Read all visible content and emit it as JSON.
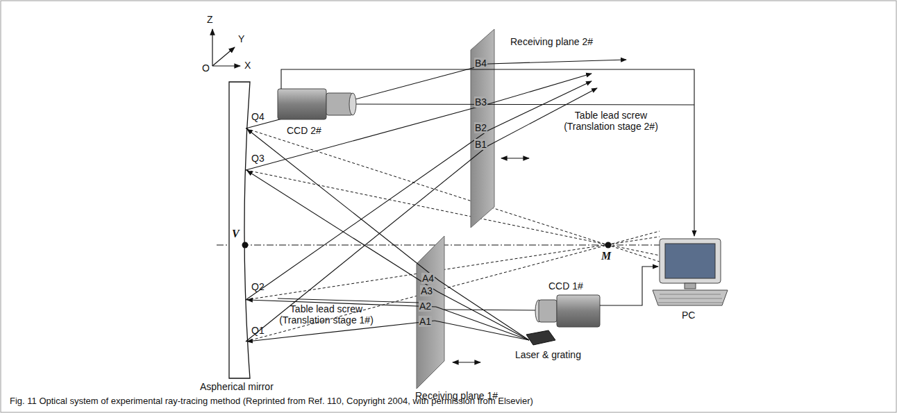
{
  "diagram": {
    "caption": "Fig. 11 Optical system of experimental ray-tracing method (Reprinted from Ref. 110, Copyright 2004, with permission from Elsevier)",
    "labels": [
      "Z",
      "Y",
      "O",
      "X",
      "Receiving plane 2#",
      "B4",
      "B3",
      "B2",
      "B1",
      "CCD 2#",
      "Table lead screw (Translation stage 2#)",
      "Q4",
      "Q3",
      "V",
      "M",
      "Q2",
      "Q1",
      "A4",
      "A3",
      "A2",
      "A1",
      "CCD 1#",
      "Table lead screw (Translation stage 1#)",
      "PC",
      "Aspherical mirror",
      "Receiving plane 1#",
      "Laser & grating"
    ]
  }
}
